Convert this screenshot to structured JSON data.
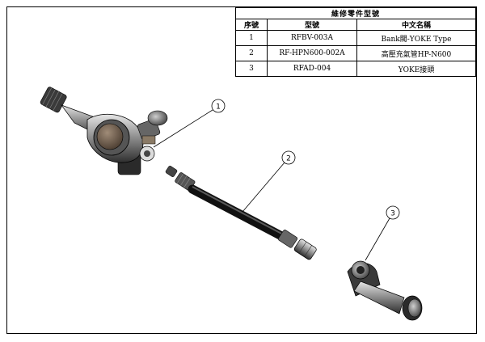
{
  "parts_table": {
    "title": "維修零件型號",
    "headers": {
      "index": "序號",
      "model": "型號",
      "name": "中文名稱"
    },
    "rows": [
      {
        "index": "1",
        "model": "RFBV-003A",
        "name": "Bank閥-YOKE Type"
      },
      {
        "index": "2",
        "model": "RF-HPN600-002A",
        "name": "高壓充氣管HP-N600"
      },
      {
        "index": "3",
        "model": "RFAD-004",
        "name": "YOKE接頭"
      }
    ]
  },
  "callouts": {
    "c1": "1",
    "c2": "2",
    "c3": "3"
  },
  "colors": {
    "line": "#000000",
    "metal_dark": "#2b2b2b",
    "metal_mid": "#6e6e6e",
    "metal_light": "#bdbdbd",
    "brass": "#6b5a4a"
  }
}
